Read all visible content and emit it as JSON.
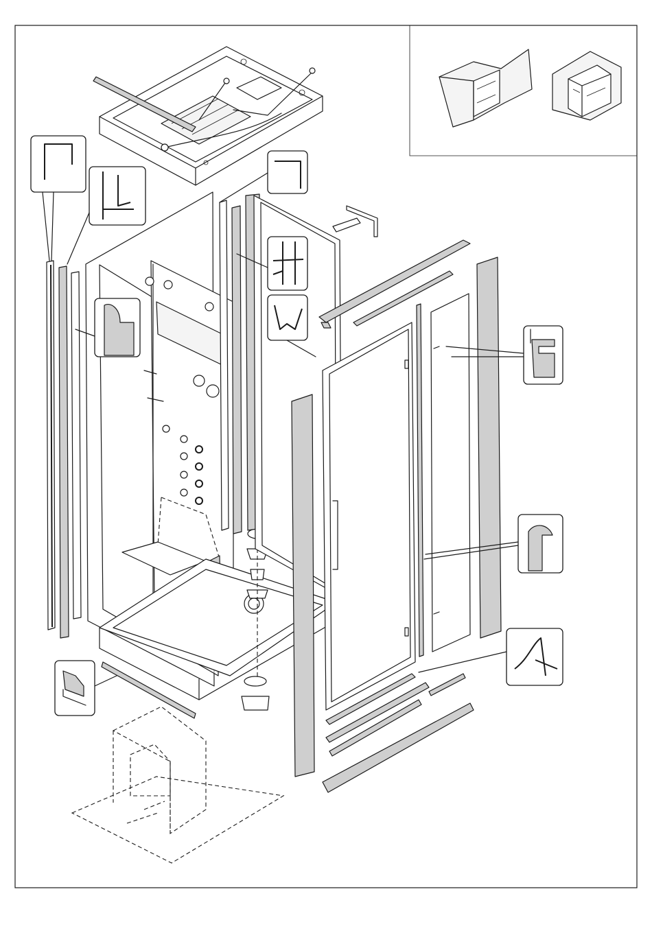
{
  "diagram": {
    "kind": "exploded-assembly",
    "subject": "shower cabin",
    "colors": {
      "line": "#1a1a1a",
      "glass": "#ffffff",
      "profile_fill": "#cfcfcf",
      "panel_fill": "#f4f4f4",
      "hidden_line": "#1a1a1a"
    },
    "inset": {
      "icons": [
        "corner-installation-icon",
        "freestanding-installation-icon"
      ]
    },
    "detail_callouts": [
      "profile-corner-cap-detail",
      "profile-h-section-detail",
      "gasket-bulb-detail",
      "profile-corner-right-detail",
      "profile-double-tee-detail",
      "profile-u-channel-detail",
      "hinge-clip-detail",
      "magnetic-seal-detail",
      "sweep-seal-detail",
      "base-strip-detail"
    ]
  }
}
